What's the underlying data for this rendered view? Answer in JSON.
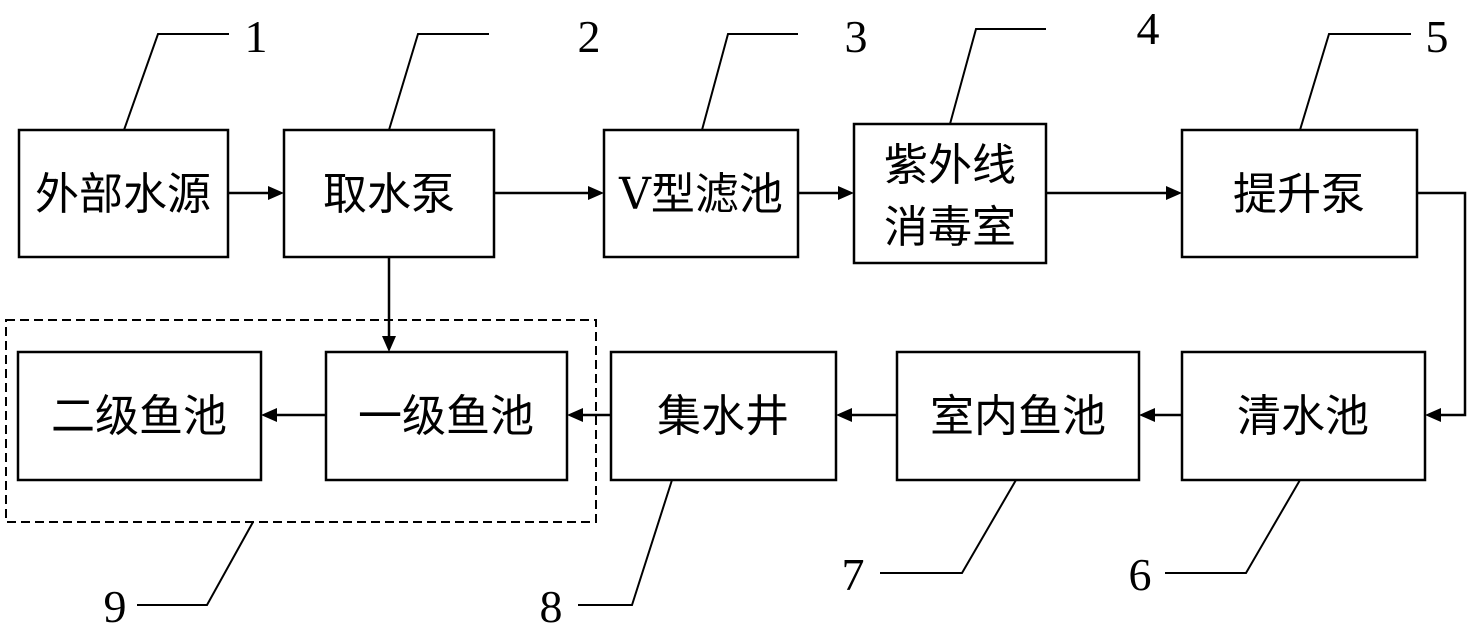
{
  "diagram": {
    "title": "",
    "nodes": [
      {
        "id": "n1",
        "number": "1",
        "lines": [
          "外部水源"
        ]
      },
      {
        "id": "n2",
        "number": "2",
        "lines": [
          "取水泵"
        ]
      },
      {
        "id": "n3",
        "number": "3",
        "lines": [
          "V型滤池"
        ]
      },
      {
        "id": "n4",
        "number": "4",
        "lines": [
          "紫外线",
          "消毒室"
        ]
      },
      {
        "id": "n5",
        "number": "5",
        "lines": [
          "提升泵"
        ]
      },
      {
        "id": "n6",
        "number": "6",
        "lines": [
          "清水池"
        ]
      },
      {
        "id": "n7",
        "number": "7",
        "lines": [
          "室内鱼池"
        ]
      },
      {
        "id": "n8",
        "number": "8",
        "lines": [
          "集水井"
        ]
      },
      {
        "id": "n10",
        "number": "",
        "lines": [
          "一级鱼池"
        ]
      },
      {
        "id": "n11",
        "number": "",
        "lines": [
          "二级鱼池"
        ]
      }
    ],
    "group": {
      "id": "g9",
      "number": "9",
      "members": [
        "n10",
        "n11"
      ],
      "style": "dashed"
    },
    "edges": [
      {
        "from": "n1",
        "to": "n2"
      },
      {
        "from": "n2",
        "to": "n3"
      },
      {
        "from": "n3",
        "to": "n4"
      },
      {
        "from": "n4",
        "to": "n5"
      },
      {
        "from": "n5",
        "to": "n6"
      },
      {
        "from": "n6",
        "to": "n7"
      },
      {
        "from": "n7",
        "to": "n8"
      },
      {
        "from": "n8",
        "to": "n10"
      },
      {
        "from": "n2",
        "to": "n10"
      },
      {
        "from": "n10",
        "to": "n11"
      }
    ]
  }
}
